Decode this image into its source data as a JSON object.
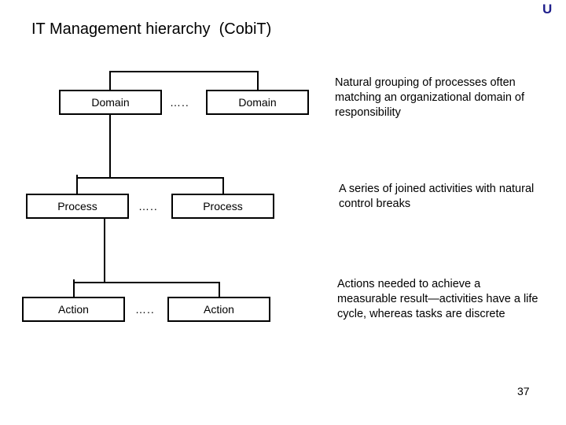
{
  "logo": {
    "text": "U",
    "color": "#1f1f8c"
  },
  "title": "IT Management hierarchy  (CobiT)",
  "page_number": "37",
  "diagram": {
    "ellipsis": "…..",
    "levels": [
      {
        "name": "domain",
        "left_box": "Domain",
        "right_box": "Domain",
        "separator": "….."
      },
      {
        "name": "process",
        "left_box": "Process",
        "right_box": "Process",
        "separator": "….."
      },
      {
        "name": "action",
        "left_box": "Action",
        "right_box": "Action",
        "separator": "….."
      }
    ]
  },
  "annotations": [
    {
      "name": "domain-annotation",
      "text": "Natural grouping of processes often matching an organizational domain of responsibility"
    },
    {
      "name": "process-annotation",
      "text": "A series of joined activities with natural control breaks"
    },
    {
      "name": "action-annotation",
      "text": "Actions needed to achieve a measurable result—activities have a life cycle, whereas tasks are discrete"
    }
  ]
}
